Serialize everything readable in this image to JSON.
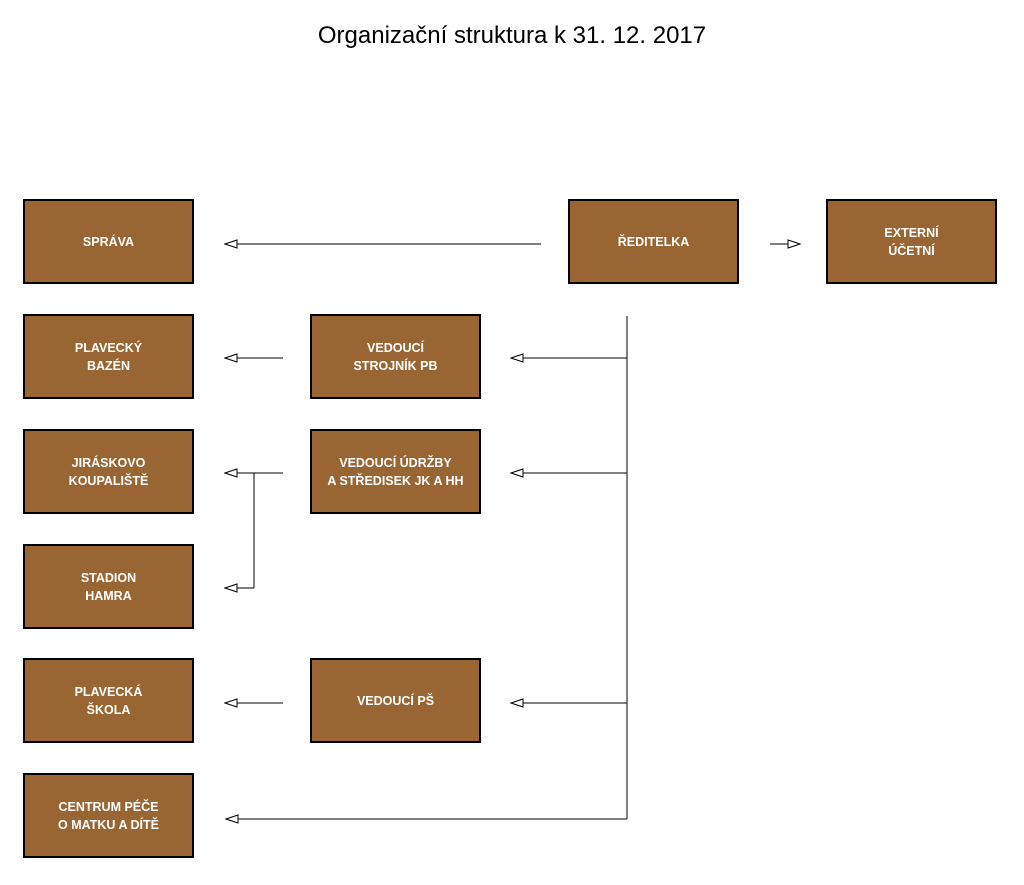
{
  "title": "Organizační struktura k 31. 12. 2017",
  "colors": {
    "box_fill": "#996633",
    "box_border": "#000000",
    "box_text": "#ffffff",
    "line": "#000000"
  },
  "boxes": {
    "sprava": "SPRÁVA",
    "reditelka": "ŘEDITELKA",
    "externi_ucetni": "EXTERNÍ\nÚČETNÍ",
    "plavecky_bazen": "PLAVECKÝ\nBAZÉN",
    "vedouci_strojnik_pb": "VEDOUCÍ\nSTROJNÍK PB",
    "jiraskovo_koupaliste": "JIRÁSKOVO\nKOUPALIŠTĚ",
    "vedouci_udrzby": "VEDOUCÍ ÚDRŽBY\nA STŘEDISEK JK A HH",
    "stadion_hamra": "STADION\nHAMRA",
    "plavecka_skola": "PLAVECKÁ\nŠKOLA",
    "vedouci_ps": "VEDOUCÍ PŠ",
    "centrum_pece": "CENTRUM PÉČE\nO MATKU A DÍTĚ"
  }
}
